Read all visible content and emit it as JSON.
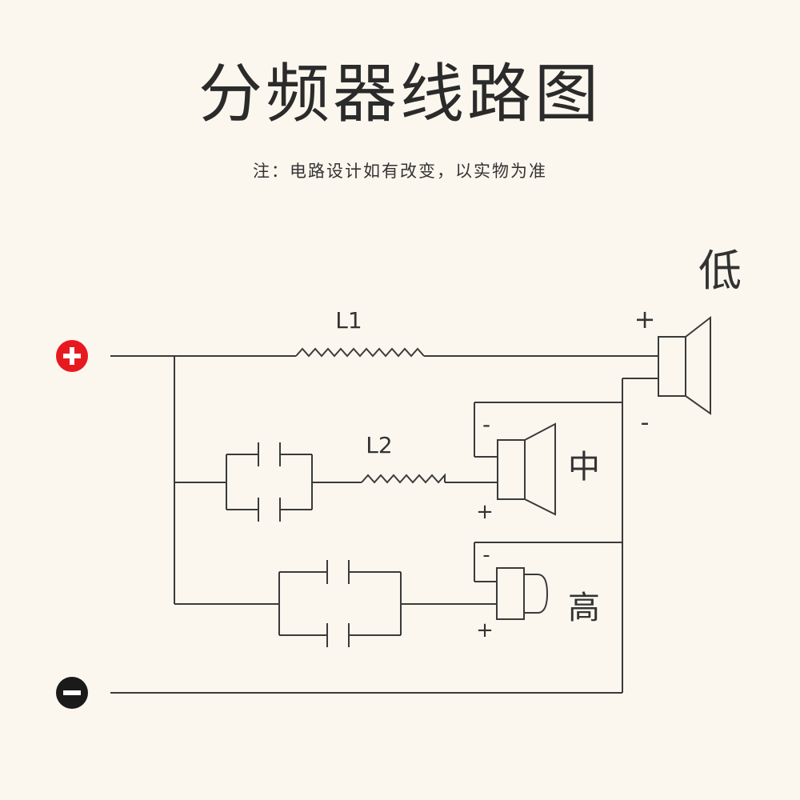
{
  "title": "分频器线路图",
  "note": "注：电路设计如有改变，以实物为准",
  "terminals": {
    "positive": "+",
    "negative": "−"
  },
  "inductors": {
    "l1": "L1",
    "l2": "L2"
  },
  "speakers": {
    "low": {
      "label": "低",
      "plus": "+",
      "minus": "-"
    },
    "mid": {
      "label": "中",
      "plus": "+",
      "minus": "-"
    },
    "high": {
      "label": "高",
      "plus": "+",
      "minus": "-"
    }
  },
  "colors": {
    "positive": "#e8191e",
    "negative": "#1a1a1a",
    "wire": "#3a3a3a",
    "background": "#fcf7ee"
  }
}
